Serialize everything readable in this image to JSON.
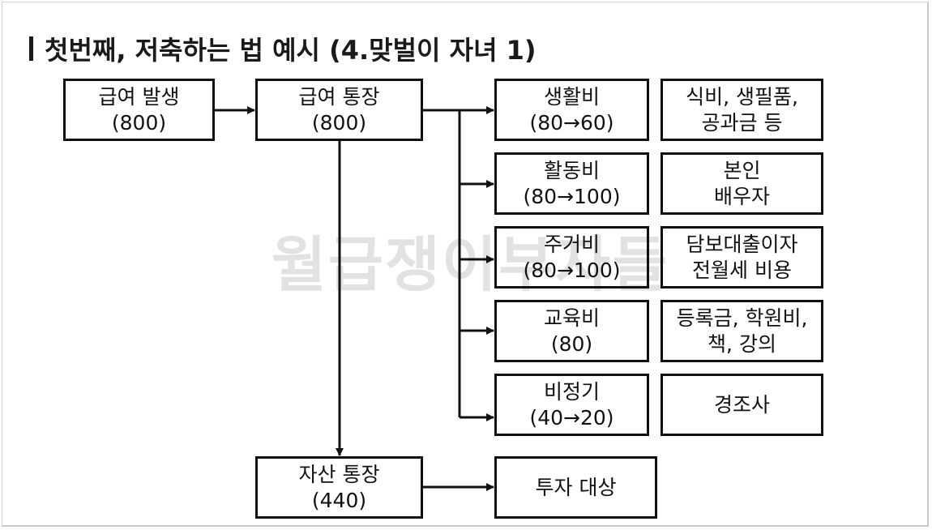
{
  "title": "첫번째, 저축하는 법 예시 (4.맞벌이 자녀 1)",
  "watermark": "월급쟁이부자들",
  "nodes": {
    "salary": {
      "label": "급여 발생",
      "value": "(800)"
    },
    "salary_account": {
      "label": "급여 통장",
      "value": "(800)"
    },
    "asset_account": {
      "label": "자산 통장",
      "value": "(440)"
    },
    "investment": {
      "label": "투자 대상"
    },
    "living": {
      "label": "생활비",
      "value": "(80→60)"
    },
    "activity": {
      "label": "활동비",
      "value": "(80→100)"
    },
    "housing": {
      "label": "주거비",
      "value": "(80→100)"
    },
    "education": {
      "label": "교육비",
      "value": "(80)"
    },
    "irregular": {
      "label": "비정기",
      "value": "(40→20)"
    }
  },
  "details": {
    "living": {
      "line1": "식비, 생필품,",
      "line2": "공과금 등"
    },
    "activity": {
      "line1": "본인",
      "line2": "배우자"
    },
    "housing": {
      "line1": "담보대출이자",
      "line2": "전월세 비용"
    },
    "education": {
      "line1": "등록금, 학원비,",
      "line2": "책, 강의"
    },
    "irregular": {
      "line1": "경조사"
    }
  }
}
